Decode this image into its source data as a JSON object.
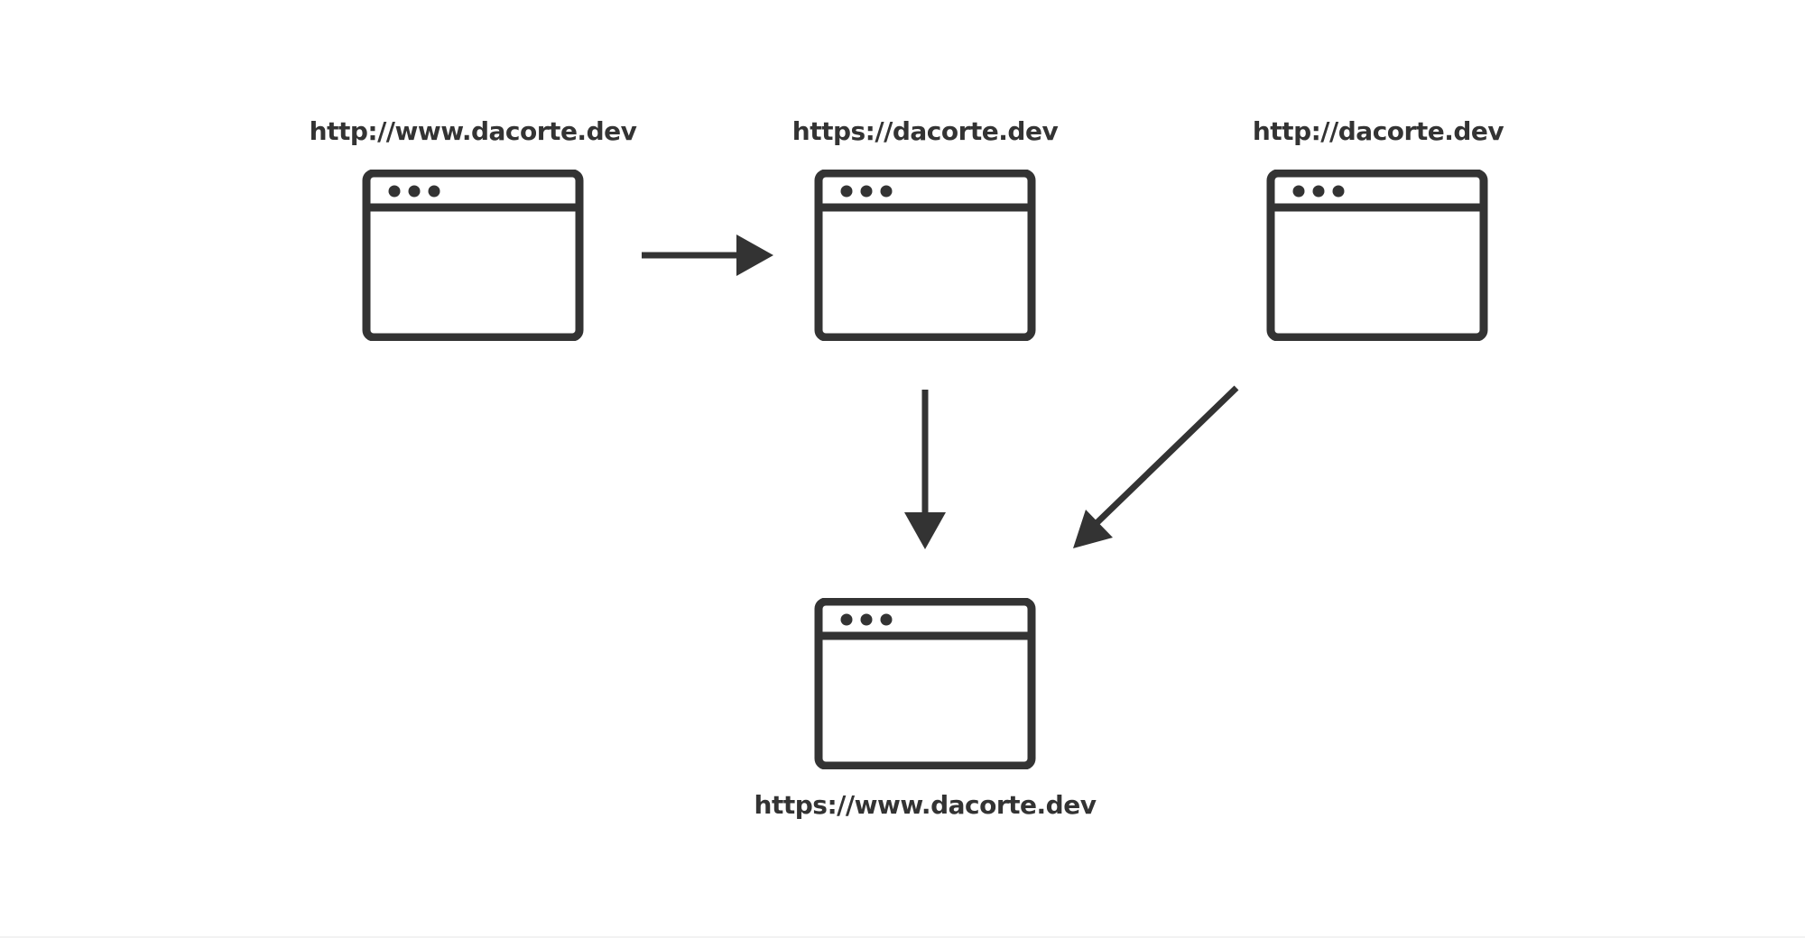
{
  "diagram": {
    "nodes": [
      {
        "id": "http-www",
        "label": "http://www.dacorte.dev",
        "icon": "browser-window-icon"
      },
      {
        "id": "https-apex",
        "label": "https://dacorte.dev",
        "icon": "browser-window-icon"
      },
      {
        "id": "http-apex",
        "label": "http://dacorte.dev",
        "icon": "browser-window-icon"
      },
      {
        "id": "https-www",
        "label": "https://www.dacorte.dev",
        "icon": "browser-window-icon"
      }
    ],
    "edges": [
      {
        "from": "http-www",
        "to": "https-apex"
      },
      {
        "from": "https-apex",
        "to": "https-www"
      },
      {
        "from": "http-apex",
        "to": "https-www"
      }
    ],
    "colors": {
      "stroke": "#333333",
      "background": "#ffffff"
    }
  }
}
